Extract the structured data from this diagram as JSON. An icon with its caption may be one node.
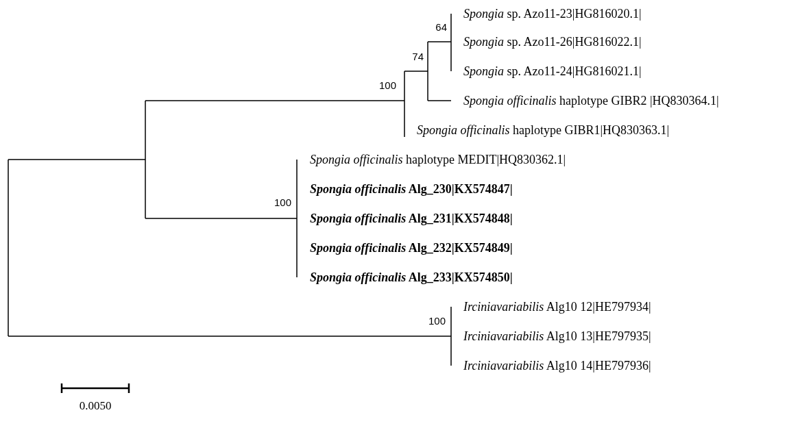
{
  "diagram": {
    "labels": [
      "*Spongia* sp. Azo11-23|HG816020.1|",
      "64",
      "*Spongia* sp. Azo11-26|HG816022.1|",
      "74",
      "*Spongia* sp. Azo11-24|HG816021.1|",
      "100",
      "*Spongia officinalis* haplotype GIBR2 |HQ830364.1|",
      "*Spongia officinalis* haplotype GIBR1|HQ830363.1|",
      "*Spongia officinalis* haplotype MEDIT|HQ830362.1|",
      "*Spongia officinalis* Alg_230|KX574847|",
      "100",
      "*Spongia officinalis* Alg_231|KX574848|",
      "*Spongia officinalis* Alg_232|KX574849|",
      "*Spongia officinalis* Alg_233|KX574850|",
      "*Irciniavariabilis* Alg10 12|HE797934|",
      "100",
      "*Irciniavariabilis* Alg10 13|HE797935|",
      "*Irciniavariabilis* Alg10 14|HE797936|",
      "0.0050"
    ]
  }
}
